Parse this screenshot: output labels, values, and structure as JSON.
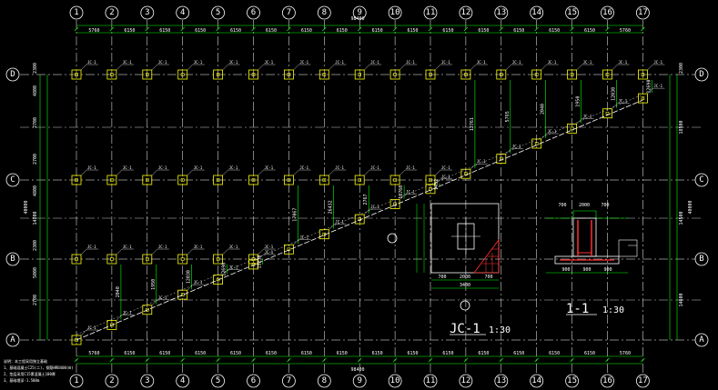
{
  "drawing": {
    "column_axes": [
      "1",
      "2",
      "3",
      "4",
      "5",
      "6",
      "7",
      "8",
      "9",
      "10",
      "11",
      "12",
      "13",
      "14",
      "15",
      "16",
      "17"
    ],
    "row_axes": [
      "D",
      "C",
      "B",
      "A"
    ],
    "top_bays": [
      "5760",
      "6150",
      "6150",
      "6150",
      "6150",
      "6150",
      "6150",
      "6150",
      "6150",
      "6150",
      "6150",
      "6150",
      "6150",
      "6150",
      "6150",
      "5760"
    ],
    "bottom_bays": [
      "5760",
      "6150",
      "6150",
      "6150",
      "6150",
      "6150",
      "6150",
      "6150",
      "6150",
      "6150",
      "6150",
      "6150",
      "6150",
      "6150",
      "6150",
      "5760"
    ],
    "total_length": "98400",
    "left_dims": [
      "2300",
      "4800",
      "2700",
      "2700",
      "4800",
      "14800",
      "2300",
      "5000",
      "2700"
    ],
    "right_dims": [
      "2300",
      "18500",
      "14500",
      "14600"
    ],
    "overall_height": "40000",
    "column_tag": "JC-1",
    "slope_dims": [
      "2040",
      "1950",
      "12030",
      "12690",
      "15230",
      "17067",
      "26432",
      "2767",
      "10760",
      "1452",
      "12761",
      "5765"
    ],
    "foundation_plan_title": "JC-1",
    "foundation_plan_scale": "1:30",
    "foundation_plan_dims": [
      "700",
      "2000",
      "700"
    ],
    "foundation_plan_total": "3400",
    "section_title": "1-1",
    "section_scale": "1:30",
    "section_dims": [
      "700",
      "2000",
      "700",
      "900",
      "900",
      "900"
    ],
    "notes": [
      "说明：本工程采用独立基础",
      "1、基础混凝土C25(二)，钢筋HRB400(Ⅲ)",
      "2、垫层采用C15素混凝土100厚",
      "3、基础埋深-1.500m"
    ]
  },
  "colors": {
    "grid": "#ffffff",
    "column": "#ffff00",
    "dim": "#00ff00",
    "rebar": "#ff3030"
  }
}
